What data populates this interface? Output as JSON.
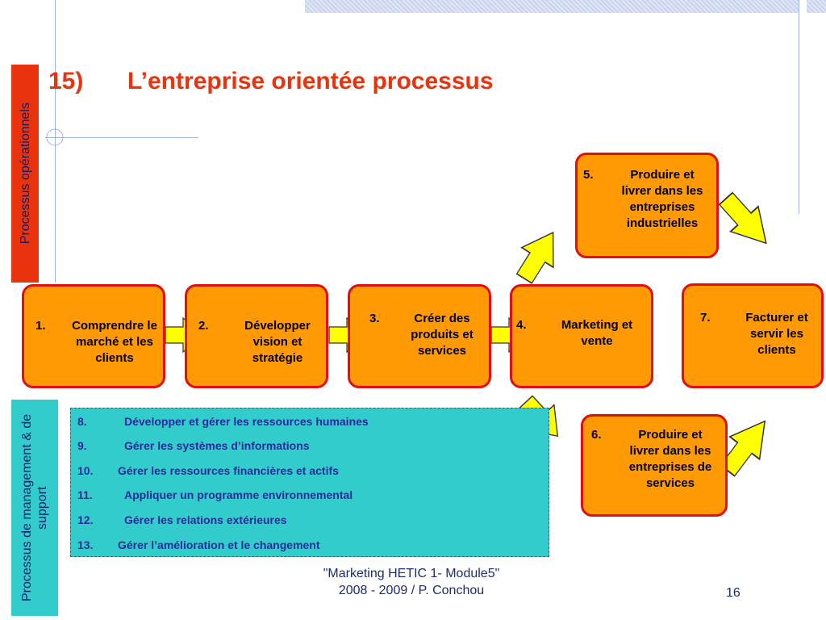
{
  "slide": {
    "title_number": "15)",
    "title_text": "L’entreprise orientée processus",
    "label_operational": "Processus opérationnels",
    "label_support": "Processus de management & de support",
    "footer_line1": "\"Marketing HETIC 1- Module5\"",
    "footer_line2": "2008 - 2009 /  P. Conchou",
    "page_number": "16"
  },
  "colors": {
    "accent_title": "#e8330c",
    "box_fill": "#ff9a05",
    "box_border": "#e01010",
    "arrow_fill": "#ffff00",
    "label_bg_operational": "#e8330c",
    "label_bg_support": "#33cccc",
    "support_text": "#2a2a9a"
  },
  "processes": [
    {
      "num": "1.",
      "label": "Comprendre le marché et les clients"
    },
    {
      "num": "2.",
      "label": "Développer vision et stratégie"
    },
    {
      "num": "3.",
      "label": "Créer des produits et services"
    },
    {
      "num": "4.",
      "label": "Marketing et vente"
    },
    {
      "num": "5.",
      "label": "Produire et livrer dans les entreprises industrielles"
    },
    {
      "num": "6.",
      "label": "Produire et livrer dans les entreprises de services"
    },
    {
      "num": "7.",
      "label": "Facturer et servir les clients"
    }
  ],
  "support_processes": [
    {
      "num": "8.",
      "label": "Développer et gérer les ressources humaines"
    },
    {
      "num": "9.",
      "label": "Gérer les systèmes d’informations"
    },
    {
      "num": "10.",
      "label": "Gérer les ressources financières et actifs"
    },
    {
      "num": "11.",
      "label": "Appliquer un programme environnemental"
    },
    {
      "num": "12.",
      "label": "Gérer les relations extérieures"
    },
    {
      "num": "13.",
      "label": "Gérer l’amélioration et le changement"
    }
  ]
}
